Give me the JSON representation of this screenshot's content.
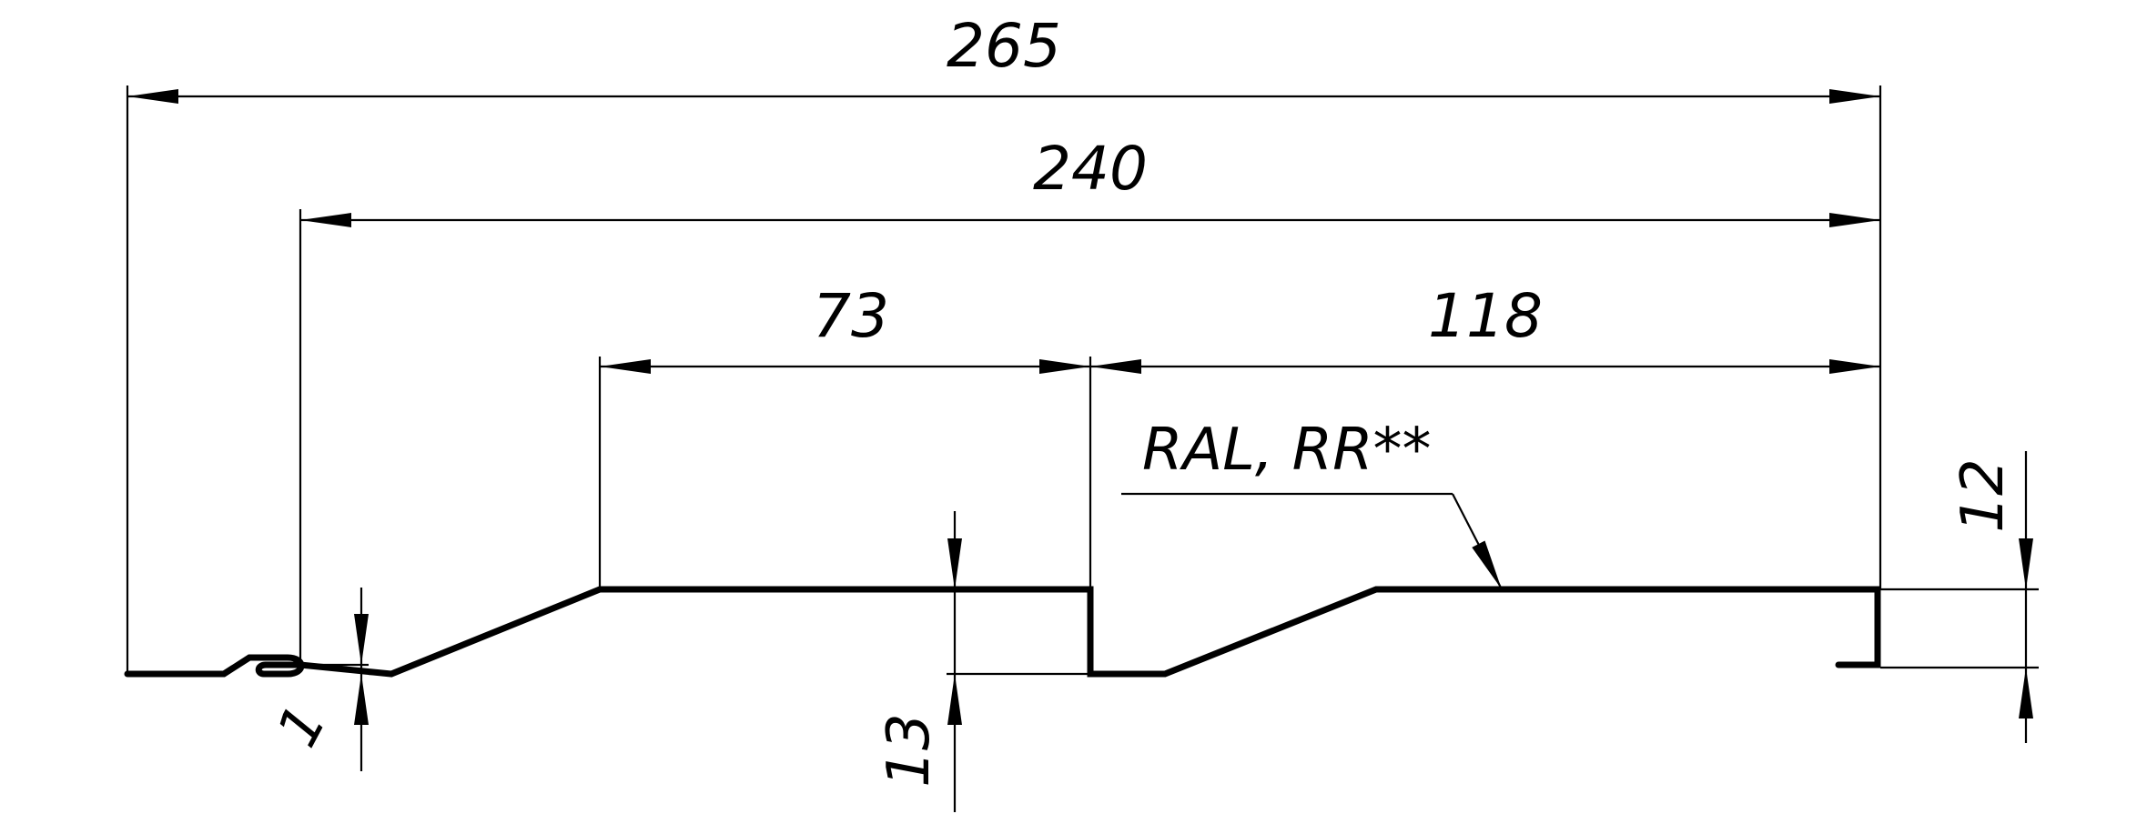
{
  "dimensions": {
    "overall_width": "265",
    "cover_width": "240",
    "left_face": "73",
    "right_face": "118",
    "lock_thickness": "1",
    "left_step_height": "13",
    "right_edge_height": "12"
  },
  "annotation": {
    "coating_label": "RAL, RR**"
  },
  "colors": {
    "line": "#000000",
    "background": "#ffffff"
  }
}
